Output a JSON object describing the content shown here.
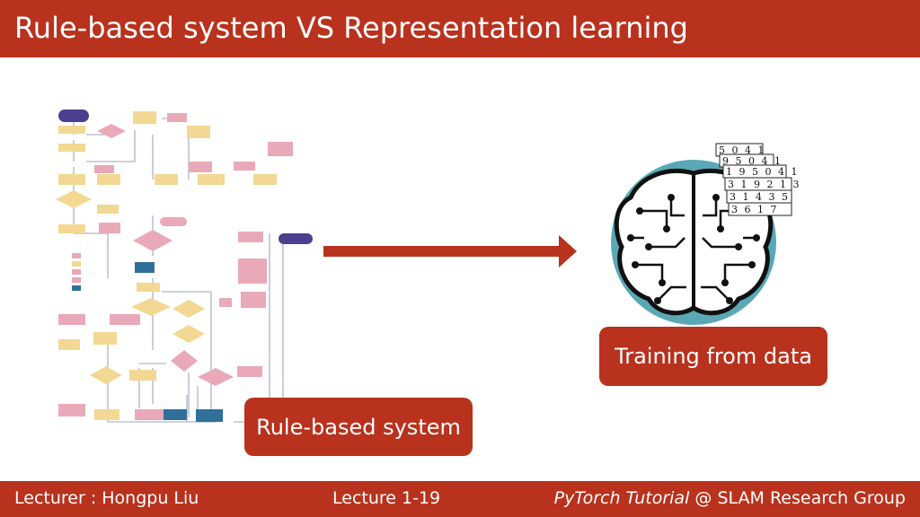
{
  "slide": {
    "title": "Rule-based system VS Representation learning",
    "rule_label": "Rule-based system",
    "training_label": "Training from data"
  },
  "footer": {
    "lecturer": "Lecturer : Hongpu Liu",
    "lecture": "Lecture 1-19",
    "course_italic": "PyTorch Tutorial",
    "course_rest": " @ SLAM Research Group"
  },
  "digit_cards": [
    "5 0 4 1",
    "9 5 0 4 1",
    "1 9 5 0 4 1",
    "3 1 9 2 1 3",
    "3 1 4 3 5",
    "3 6 1 7"
  ],
  "colors": {
    "brand": "#b8321d",
    "brain_circle": "#5aa8b5",
    "node_pink": "#e9a9b9",
    "node_yellow": "#f2d892",
    "node_purple": "#4b3f8f",
    "node_blue": "#2f6f9a"
  }
}
